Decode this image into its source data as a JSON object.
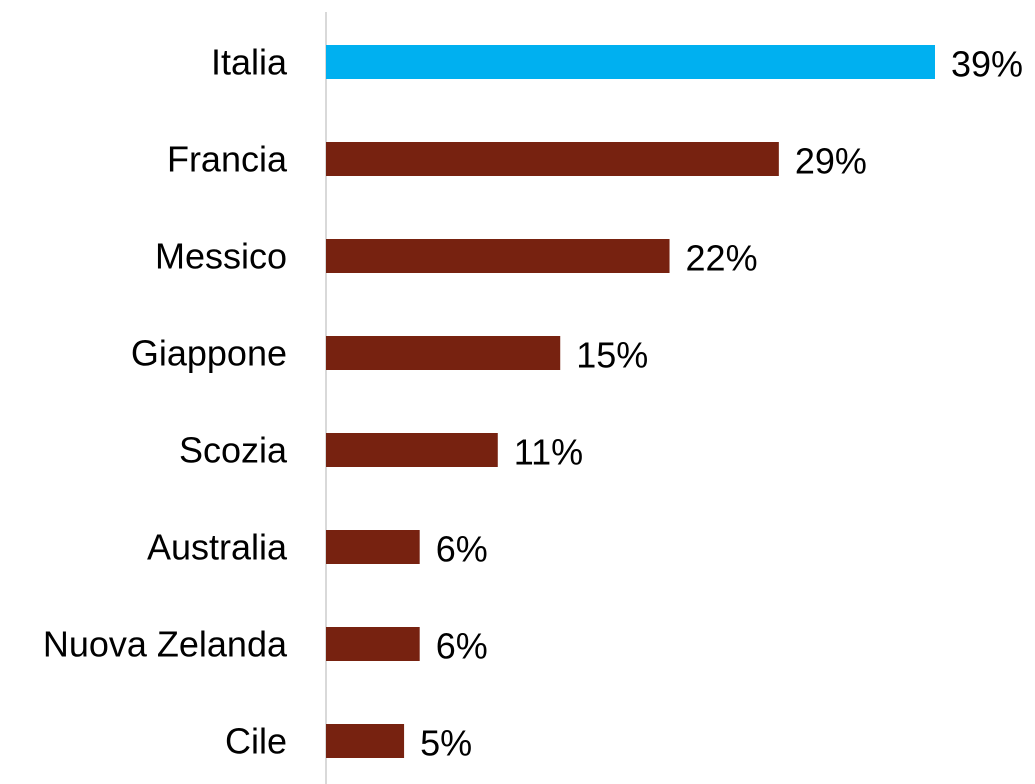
{
  "chart_data": {
    "type": "bar",
    "orientation": "horizontal",
    "categories": [
      "Italia",
      "Francia",
      "Messico",
      "Giappone",
      "Scozia",
      "Australia",
      "Nuova Zelanda",
      "Cile"
    ],
    "values": [
      39,
      29,
      22,
      15,
      11,
      6,
      6,
      5
    ],
    "value_labels": [
      "39%",
      "29%",
      "22%",
      "15%",
      "11%",
      "6%",
      "6%",
      "5%"
    ],
    "unit": "%",
    "highlight_index": 0,
    "colors": {
      "highlight": "#00B0F0",
      "default": "#772210",
      "axis": "#D9D9D9"
    },
    "xlim": [
      0,
      39
    ],
    "grid": false,
    "legend": "none"
  }
}
